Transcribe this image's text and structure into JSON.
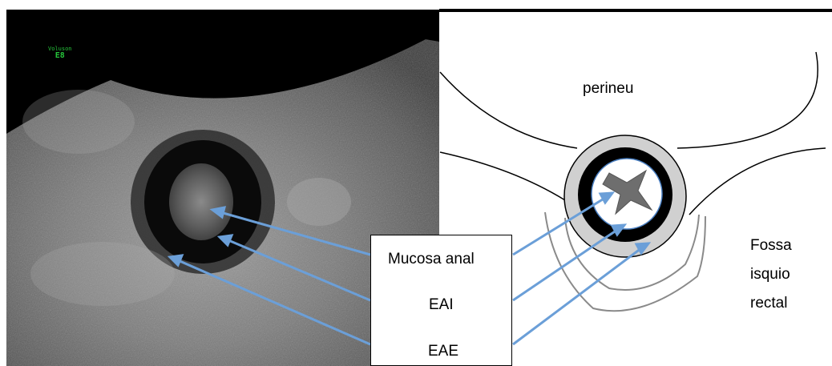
{
  "ultrasound": {
    "brand_top": "Voluson",
    "brand_bottom": "E8"
  },
  "labels": {
    "mucosa": "Mucosa anal",
    "eai": "EAI",
    "eae": "EAE"
  },
  "diagram": {
    "perineu": "perineu",
    "fossa_line1": "Fossa",
    "fossa_line2": "isquio",
    "fossa_line3": "rectal"
  },
  "colors": {
    "arrow": "#6b9fd8",
    "ring_outer": "#d0d0d0",
    "ring_black": "#000000",
    "mucosa_fill": "#6e6e6e",
    "brand_green": "#25c43a"
  }
}
